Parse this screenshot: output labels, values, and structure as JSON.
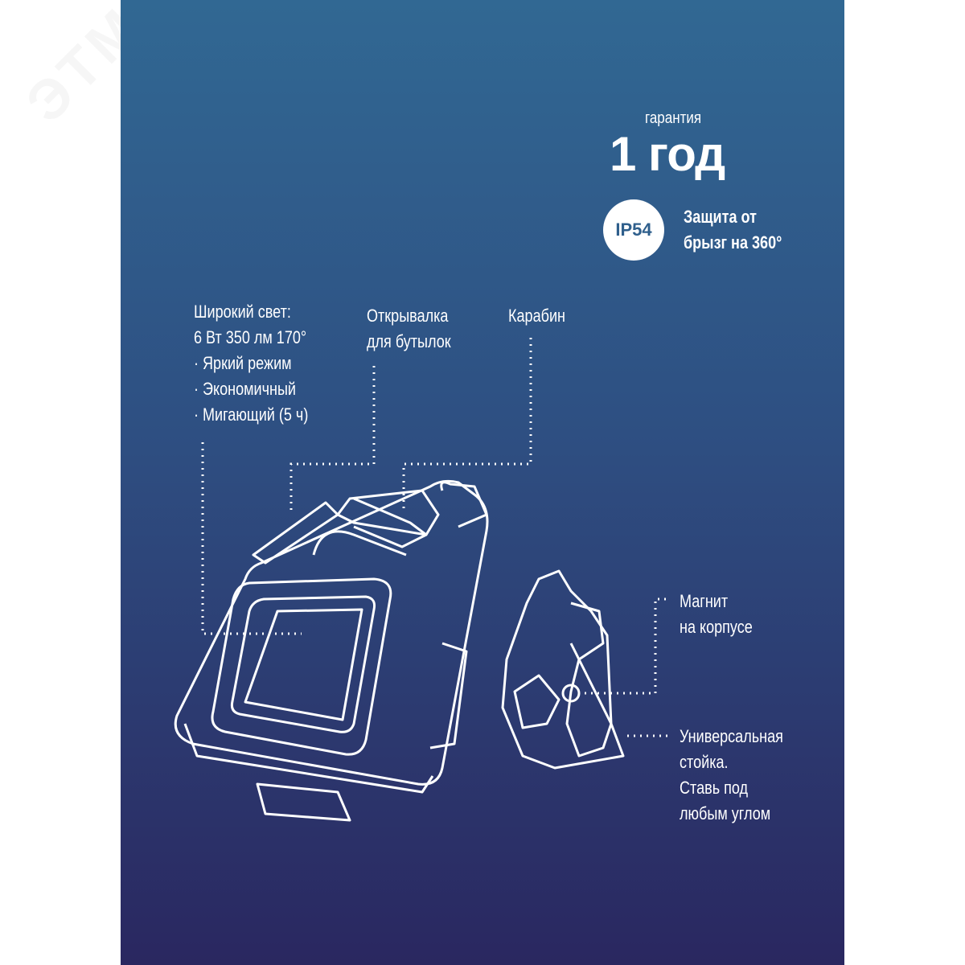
{
  "watermark": "ЭТМ",
  "warranty": {
    "label": "гарантия",
    "value": "1 год"
  },
  "ip_rating": {
    "badge": "IP54",
    "lines": [
      "Защита от",
      "брызг на 360°"
    ]
  },
  "callouts": {
    "wide_light": [
      "Широкий свет:",
      "6 Вт 350 лм 170°",
      "· Яркий режим",
      "· Экономичный",
      "· Мигающий (5 ч)"
    ],
    "opener": [
      "Открывалка",
      "для бутылок"
    ],
    "carabiner": [
      "Карабин"
    ],
    "magnet": [
      "Магнит",
      "на корпусе"
    ],
    "stand": [
      "Универсальная",
      "стойка.",
      "Ставь под",
      "любым углом"
    ]
  },
  "colors": {
    "gradient_top": "#316893",
    "gradient_bottom": "#2a2760",
    "line": "#ffffff"
  }
}
